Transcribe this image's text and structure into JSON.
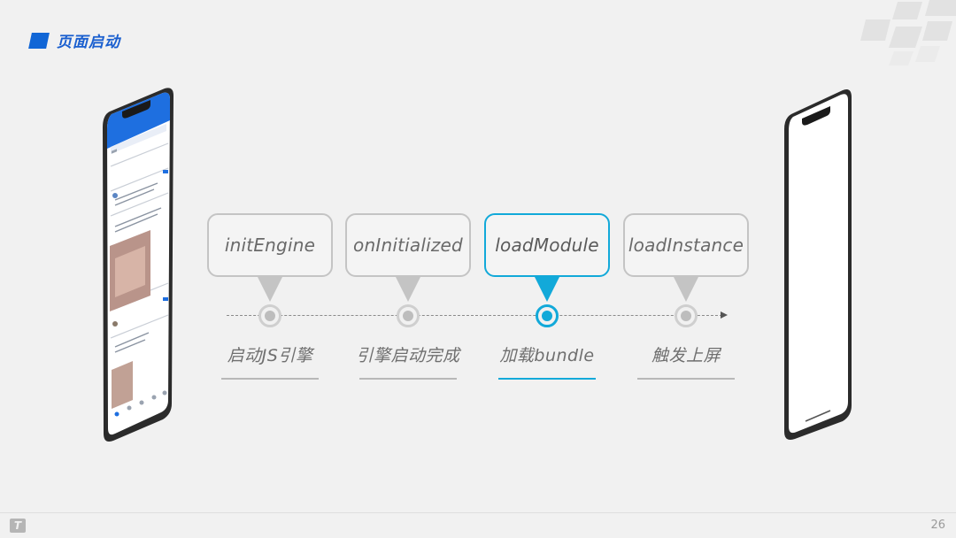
{
  "header": {
    "title": "页面启动",
    "accent": "#1166d6"
  },
  "stages": [
    {
      "method": "initEngine",
      "label": "启动JS引擎",
      "active": false
    },
    {
      "method": "onInitialized",
      "label": "引擎启动完成",
      "active": false
    },
    {
      "method": "loadModule",
      "label": "加载bundle",
      "active": true
    },
    {
      "method": "loadInstance",
      "label": "触发上屏",
      "active": false
    }
  ],
  "colors": {
    "active": "#12a9d9",
    "inactive": "#c4c4c4"
  },
  "footer": {
    "page_number": "26"
  }
}
